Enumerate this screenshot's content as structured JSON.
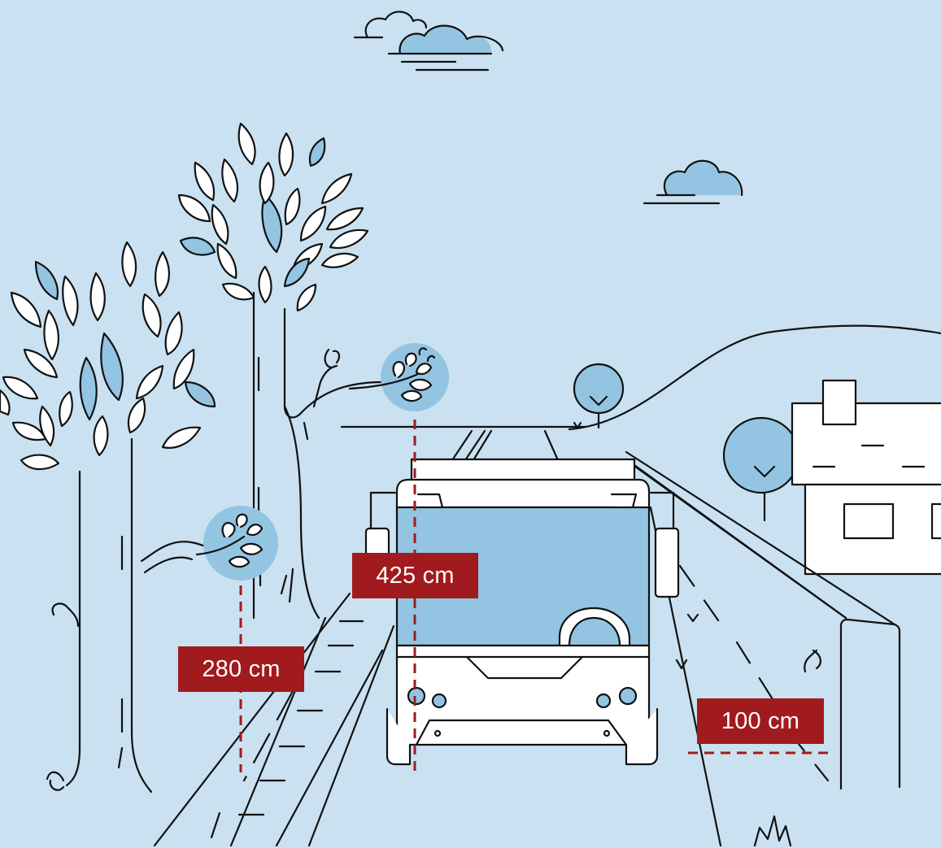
{
  "measurements": {
    "branch_clearance": "280 cm",
    "bus_height": "425 cm",
    "side_clearance": "100 cm"
  },
  "colors": {
    "background": "#c9e1f0",
    "fill_blue": "#93c4e2",
    "line": "#111111",
    "label_red": "#a11a1e",
    "dash_red": "#a11a1e"
  }
}
